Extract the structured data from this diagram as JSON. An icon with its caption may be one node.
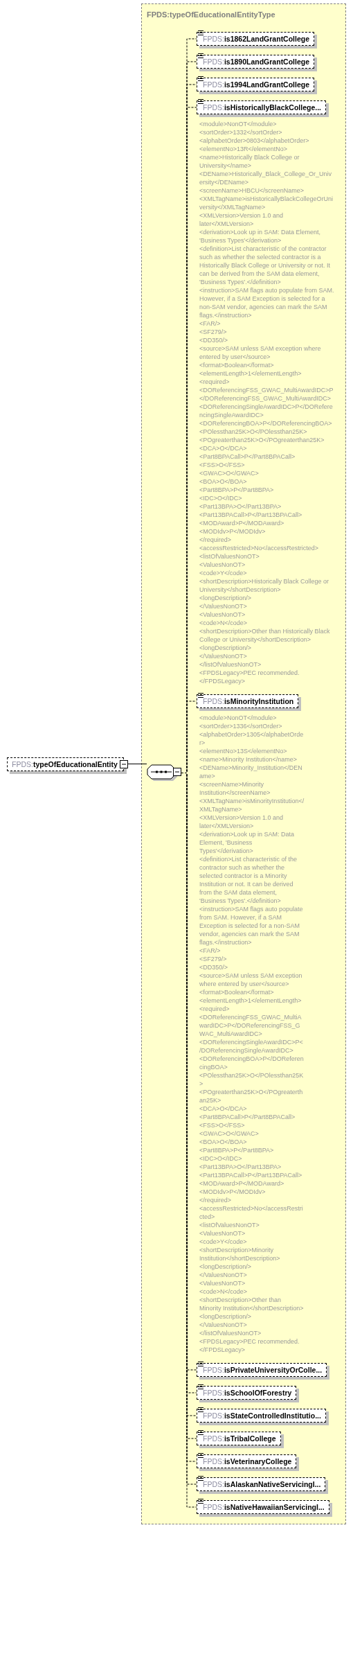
{
  "diagram": {
    "nodes": [
      {
        "text": [
          "FPDS:**typeOfEducationalEntity**"
        ]
      },
      {
        "text": [
          "FPDS:typeOfEducationalEntityType"
        ]
      },
      {
        "text": [],
        "shape": "octagon",
        "in": 1
      },
      {
        "text": [
          "FPDS:**is1862LandGrantCollege**"
        ],
        "in": 1
      },
      {
        "text": [
          "FPDS:**is1890LandGrantCollege**"
        ],
        "in": 1
      },
      {
        "text": [
          "FPDS:**is1994LandGrantCollege**"
        ],
        "in": 1
      },
      {
        "text": [
          "FPDS:**isHistoricallyBlackCollege...**"
        ],
        "in": 1,
        "beside": [
          "<module>NonOT</module>",
          "<sortOrder>1332</sortOrder>",
          "<alphabetOrder>0803</alphabetOrder>",
          "<elementNo>13R</elementNo>",
          "<name>Historically Black College or University</name>",
          "<DEName>Historically_Black_College_Or_University</DEName>",
          "<screenName>HBCU</screenName>",
          "<XMLTagName>isHistoricallyBlackCollegeOrUniversity</XMLTagName>",
          "<XMLVersion>Version 1.0 and later</XMLVersion>",
          "<derivation>Look up in SAM: Data Element, 'Business Types'</derivation>",
          "<definition>List characteristic of the contractor such as whether the selected contractor is a Historically Black College or University or not. It can be derived from the SAM data element, 'Business Types'.</definition>",
          "<instruction>SAM flags auto populate from SAM. However, if a SAM Exception is selected for a non-SAM vendor, agencies can mark the SAM flags.</instruction>",
          "<FAR/>",
          "<SF279/>",
          "<DD350/>",
          "<source>SAM unless SAM exception where entered by user</source>",
          "<format>Boolean</format>",
          "<elementLength>1</elementLength>",
          "<required>",
          "<DOReferencingFSS_GWAC_MultiAwardIDC>P</DOReferencingFSS_GWAC_MultiAwardIDC>",
          "<DOReferencingSingleAwardIDC>P</DOReferencingSingleAwardIDC>",
          "<DOReferencingBOA>P</DOReferencingBOA>",
          "<POlessthan25K>O</POlessthan25K>",
          "<POgreaterthan25K>O</POgreaterthan25K>",
          "<DCA>O</DCA>",
          "<Part8BPACall>P</Part8BPACall>",
          "<FSS>O</FSS>",
          "<GWAC>O</GWAC>",
          "<BOA>O</BOA>",
          "<Part8BPA>P</Part8BPA>",
          "<IDC>O</IDC>",
          "<Part13BPA>O</Part13BPA>",
          "<Part13BPACall>P</Part13BPACall>",
          "<MODAward>P</MODAward>",
          "<MODIdv>P</MODIdv>",
          "</required>",
          "<accessRestricted>No</accessRestricted>",
          "<listOfValuesNonOT>",
          "<ValuesNonOT>",
          "<code>Y</code>",
          "<shortDescription>Historically Black College or University</shortDescription>",
          "<longDescription/>",
          "</ValuesNonOT>",
          "<ValuesNonOT>",
          "<code>N</code>",
          "<shortDescription>Other than Historically Black College or University</shortDescription>",
          "<longDescription/>",
          "</ValuesNonOT>",
          "</listOfValuesNonOT>",
          "<FPDSLegacy>PEC recommended.</FPDSLegacy>"
        ]
      },
      {
        "text": [
          "FPDS:**isMinorityInstitution**"
        ],
        "in": 1,
        "beside": [
          "<module>NonOT</module>",
          "<sortOrder>1336</sortOrder>",
          "<alphabetOrder>1305</alphabetOrder>",
          "<elementNo>13S</elementNo>",
          "<name>Minority Institution</name>",
          "<DEName>Minority_Institution</DEName>",
          "<screenName>Minority Institution</screenName>",
          "<XMLTagName>isMinorityInstitution</XMLTagName>",
          "<XMLVersion>Version 1.0 and later</XMLVersion>",
          "<derivation>Look up in SAM: Data Element, 'Business Types'</derivation>",
          "<definition>List characteristic of the contractor such as whether the selected contractor is a Minority Institution or not. It can be derived from the SAM data element, 'Business Types'.</definition>",
          "<instruction>SAM flags auto populate from SAM. However, if a SAM Exception is selected for a non-SAM vendor, agencies can mark the SAM flags.</instruction>",
          "<FAR/>",
          "<SF279/>",
          "<DD350/>",
          "<source>SAM unless SAM exception where entered by user</source>",
          "<format>Boolean</format>",
          "<elementLength>1</elementLength>",
          "<required>",
          "<DOReferencingFSS_GWAC_MultiAwardIDC>P</DOReferencingFSS_GWAC_MultiAwardIDC>",
          "<DOReferencingSingleAwardIDC>P</DOReferencingSingleAwardIDC>",
          "<DOReferencingBOA>P</DOReferencingBOA>",
          "<POlessthan25K>O</POlessthan25K>",
          "<POgreaterthan25K>O</POgreaterthan25K>",
          "<DCA>O</DCA>",
          "<Part8BPACall>P</Part8BPACall>",
          "<FSS>O</FSS>",
          "<GWAC>O</GWAC>",
          "<BOA>O</BOA>",
          "<Part8BPA>P</Part8BPA>",
          "<IDC>O</IDC>",
          "<Part13BPA>O</Part13BPA>",
          "<Part13BPACall>P</Part13BPACall>",
          "<MODAward>P</MODAward>",
          "<MODIdv>P</MODIdv>",
          "</required>",
          "<accessRestricted>No</accessRestricted>",
          "<listOfValuesNonOT>",
          "<ValuesNonOT>",
          "<code>Y</code>",
          "<shortDescription>Minority Institution</shortDescription>",
          "<longDescription/>",
          "</ValuesNonOT>",
          "<ValuesNonOT>",
          "<code>N</code>",
          "<shortDescription>Other than Minority Institution</shortDescription>",
          "<longDescription/>",
          "</ValuesNonOT>",
          "</listOfValuesNonOT>",
          "<FPDSLegacy>PEC recommended.</FPDSLegacy>"
        ]
      },
      {
        "text": [
          "FPDS:**isPrivateUniversityOrColle...**"
        ],
        "in": 1
      },
      {
        "text": [
          "FPDS:**isSchoolOfForestry**"
        ],
        "in": 1
      },
      {
        "text": [
          "FPDS:**isStateControlledInstitutio...**"
        ],
        "in": 1
      },
      {
        "text": [
          "FPDS:**isTribalCollege**"
        ],
        "in": 1
      },
      {
        "text": [
          "FPDS:**isVeterinaryCollege**"
        ],
        "in": 1
      },
      {
        "text": [
          "FPDS:**isAlaskanNativeServicingI...**"
        ],
        "in": 1
      },
      {
        "text": [
          "FPDS:**isNativeHawaiianServicingI...**"
        ],
        "in": 1
      }
    ],
    "edges": [
      {
        "from": 0,
        "to": 2,
        "arrow": "none"
      },
      {
        "from": 2,
        "to": 3,
        "arrow": "none",
        "style": "dashed"
      },
      {
        "from": 2,
        "to": 4,
        "arrow": "none",
        "style": "dashed"
      },
      {
        "from": 2,
        "to": 5,
        "arrow": "none",
        "style": "dashed"
      },
      {
        "from": 2,
        "to": 6,
        "arrow": "none",
        "style": "dashed"
      },
      {
        "from": 2,
        "to": 7,
        "arrow": "none",
        "style": "dashed"
      },
      {
        "from": 2,
        "to": 8,
        "arrow": "none",
        "style": "dashed"
      },
      {
        "from": 2,
        "to": 9,
        "arrow": "none",
        "style": "dashed"
      },
      {
        "from": 2,
        "to": 10,
        "arrow": "none",
        "style": "dashed"
      },
      {
        "from": 2,
        "to": 11,
        "arrow": "none",
        "style": "dashed"
      },
      {
        "from": 2,
        "to": 12,
        "arrow": "none",
        "style": "dashed"
      },
      {
        "from": 2,
        "to": 13,
        "arrow": "none",
        "style": "dashed"
      },
      {
        "from": 2,
        "to": 14,
        "arrow": "none",
        "style": "dashed"
      }
    ]
  }
}
